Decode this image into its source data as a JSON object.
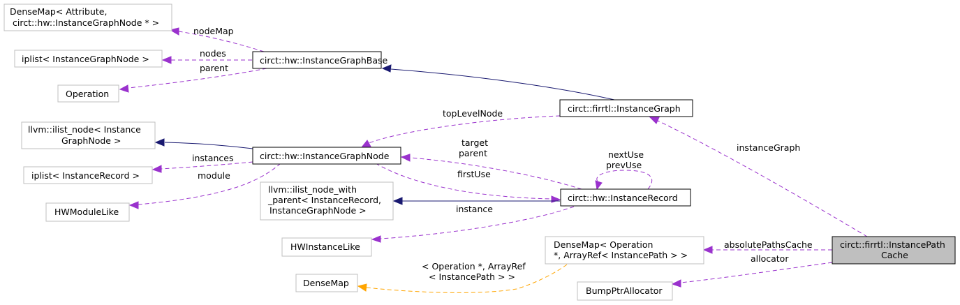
{
  "nodes": {
    "densemap_attribute": [
      "DenseMap< Attribute,",
      "circt::hw::InstanceGraphNode * >"
    ],
    "iplist_instancegraphnode": [
      "iplist< InstanceGraphNode >"
    ],
    "operation": [
      "Operation"
    ],
    "ilist_node_instancegraphnode": [
      "llvm::ilist_node< Instance",
      "GraphNode >"
    ],
    "iplist_instancerecord": [
      "iplist< InstanceRecord >"
    ],
    "hwmodulelike": [
      "HWModuleLike"
    ],
    "instancegraphbase": [
      "circt::hw::InstanceGraphBase"
    ],
    "instancegraphnode": [
      "circt::hw::InstanceGraphNode"
    ],
    "ilist_node_with_parent": [
      "llvm::ilist_node_with",
      "_parent< InstanceRecord,",
      "InstanceGraphNode >"
    ],
    "hwinstancelike": [
      "HWInstanceLike"
    ],
    "densemap": [
      "DenseMap"
    ],
    "firrtl_instancegraph": [
      "circt::firrtl::InstanceGraph"
    ],
    "instancerecord": [
      "circt::hw::InstanceRecord"
    ],
    "densemap_operation": [
      "DenseMap< Operation",
      " *, ArrayRef< InstancePath > >"
    ],
    "bumpptrallocator": [
      "BumpPtrAllocator"
    ],
    "instancepathcache": [
      "circt::firrtl::InstancePath",
      "Cache"
    ]
  },
  "edge_labels": {
    "nodeMap": "nodeMap",
    "nodes": "nodes",
    "parent_base": "parent",
    "topLevelNode": "topLevelNode",
    "instances": "instances",
    "module": "module",
    "target_parent": [
      "target",
      "parent"
    ],
    "nextUse_prevUse": [
      "nextUse",
      "prevUse"
    ],
    "firstUse": "firstUse",
    "instance": "instance",
    "instanceGraph": "instanceGraph",
    "absolutePathsCache": "absolutePathsCache",
    "allocator": "allocator",
    "template_args": [
      "< Operation *, ArrayRef",
      "< InstancePath > >"
    ]
  },
  "colors": {
    "usage_edge": "#9a32cd",
    "inheritance_edge": "#191970",
    "template_edge": "#ffa500",
    "focus_fill": "#bfbfbf",
    "grey_border": "#bfbfbf"
  }
}
